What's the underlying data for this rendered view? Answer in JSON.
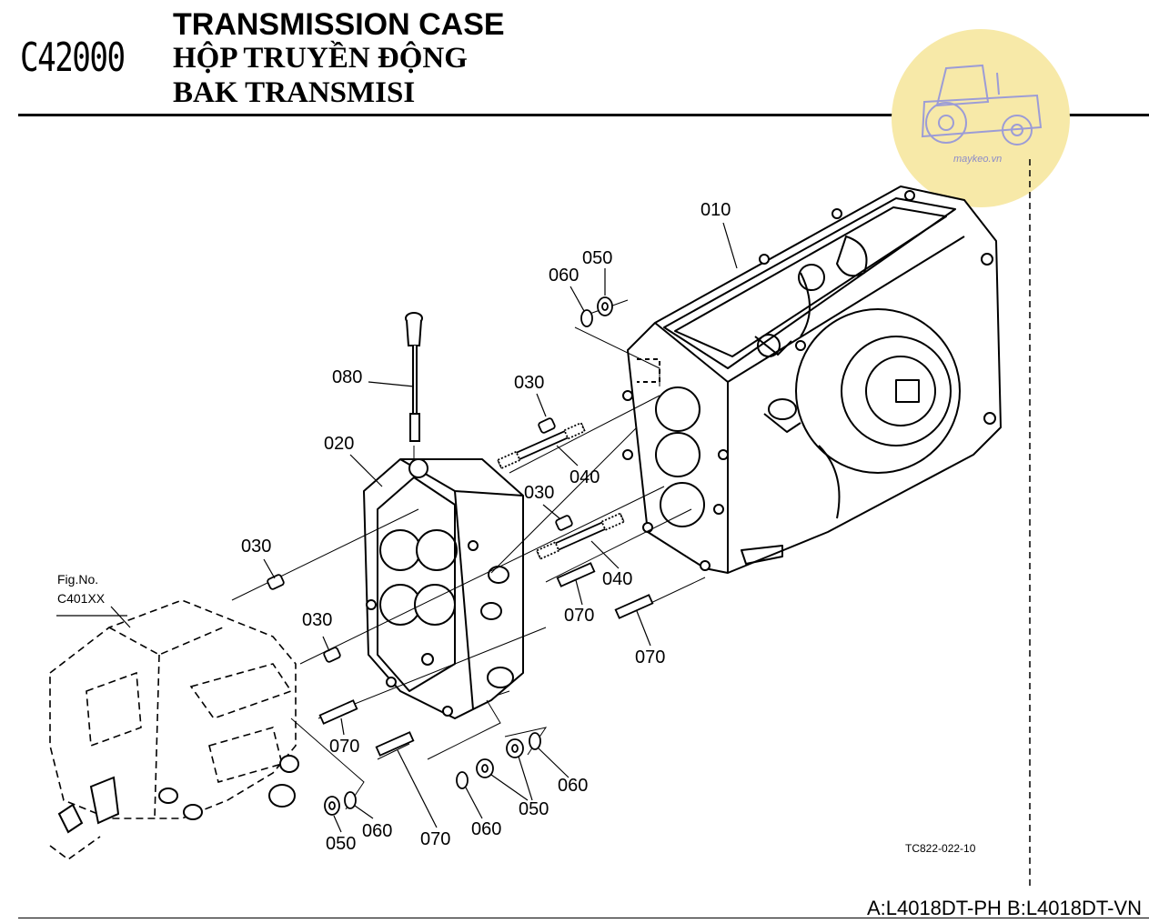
{
  "header": {
    "code": "C42000",
    "title_en": "TRANSMISSION CASE",
    "title_vi": "HỘP TRUYỀN ĐỘNG",
    "title_id": "BAK TRANSMISI"
  },
  "footer": {
    "models": "A:L4018DT-PH B:L4018DT-VN"
  },
  "figure": {
    "ref_label_1": "Fig.No.",
    "ref_label_2": "C401XX",
    "drawing_id": "TC822-022-10"
  },
  "logo": {
    "text": "maykeo.vn",
    "color": "#f7e9a8"
  },
  "parts": [
    {
      "id": "p010",
      "text": "010"
    },
    {
      "id": "p020",
      "text": "020"
    },
    {
      "id": "p030a",
      "text": "030"
    },
    {
      "id": "p030b",
      "text": "030"
    },
    {
      "id": "p030c",
      "text": "030"
    },
    {
      "id": "p030d",
      "text": "030"
    },
    {
      "id": "p040a",
      "text": "040"
    },
    {
      "id": "p040b",
      "text": "040"
    },
    {
      "id": "p050a",
      "text": "050"
    },
    {
      "id": "p050b",
      "text": "050"
    },
    {
      "id": "p050c",
      "text": "050"
    },
    {
      "id": "p060a",
      "text": "060"
    },
    {
      "id": "p060b",
      "text": "060"
    },
    {
      "id": "p060c",
      "text": "060"
    },
    {
      "id": "p060d",
      "text": "060"
    },
    {
      "id": "p070a",
      "text": "070"
    },
    {
      "id": "p070b",
      "text": "070"
    },
    {
      "id": "p070c",
      "text": "070"
    },
    {
      "id": "p070d",
      "text": "070"
    },
    {
      "id": "p080",
      "text": "080"
    }
  ]
}
